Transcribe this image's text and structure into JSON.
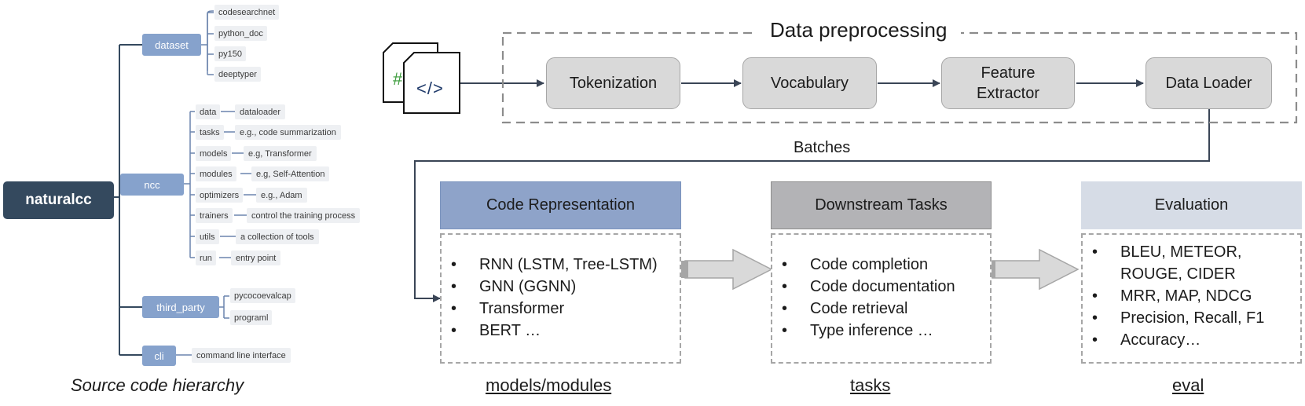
{
  "hierarchy": {
    "root": "naturalcc",
    "caption": "Source code hierarchy",
    "dataset": {
      "label": "dataset",
      "items": [
        "codesearchnet",
        "python_doc",
        "py150",
        "deeptyper"
      ]
    },
    "ncc": {
      "label": "ncc",
      "items": [
        {
          "name": "data",
          "desc": "dataloader"
        },
        {
          "name": "tasks",
          "desc": "e.g., code summarization"
        },
        {
          "name": "models",
          "desc": "e.g, Transformer"
        },
        {
          "name": "modules",
          "desc": "e.g, Self-Attention"
        },
        {
          "name": "optimizers",
          "desc": "e.g., Adam"
        },
        {
          "name": "trainers",
          "desc": "control the training process"
        },
        {
          "name": "utils",
          "desc": "a collection of tools"
        },
        {
          "name": "run",
          "desc": "entry point"
        }
      ]
    },
    "third_party": {
      "label": "third_party",
      "items": [
        "pycocoevalcap",
        "programl"
      ]
    },
    "cli": {
      "label": "cli",
      "desc": "command line interface"
    }
  },
  "pipeline": {
    "title": "Data preprocessing",
    "file_icon": {
      "hash": "#",
      "code": "</>"
    },
    "stages": [
      "Tokenization",
      "Vocabulary",
      "Feature\nExtractor",
      "Data Loader"
    ],
    "batches_label": "Batches"
  },
  "panels": {
    "representation": {
      "header": "Code Representation",
      "items": [
        "RNN (LSTM, Tree-LSTM)",
        "GNN (GGNN)",
        "Transformer",
        "BERT …"
      ],
      "caption": "models/modules",
      "color": "#8ea3c9"
    },
    "tasks": {
      "header": "Downstream Tasks",
      "items": [
        "Code completion",
        "Code documentation",
        "Code retrieval",
        "Type inference …"
      ],
      "caption": "tasks",
      "color": "#b3b3b6"
    },
    "evaluation": {
      "header": "Evaluation",
      "items": [
        "BLEU, METEOR,\nROUGE, CIDER",
        "MRR, MAP, NDCG",
        "Precision, Recall, F1",
        "Accuracy…"
      ],
      "caption": "eval",
      "color": "#d6dce6"
    }
  },
  "bullet": "•"
}
